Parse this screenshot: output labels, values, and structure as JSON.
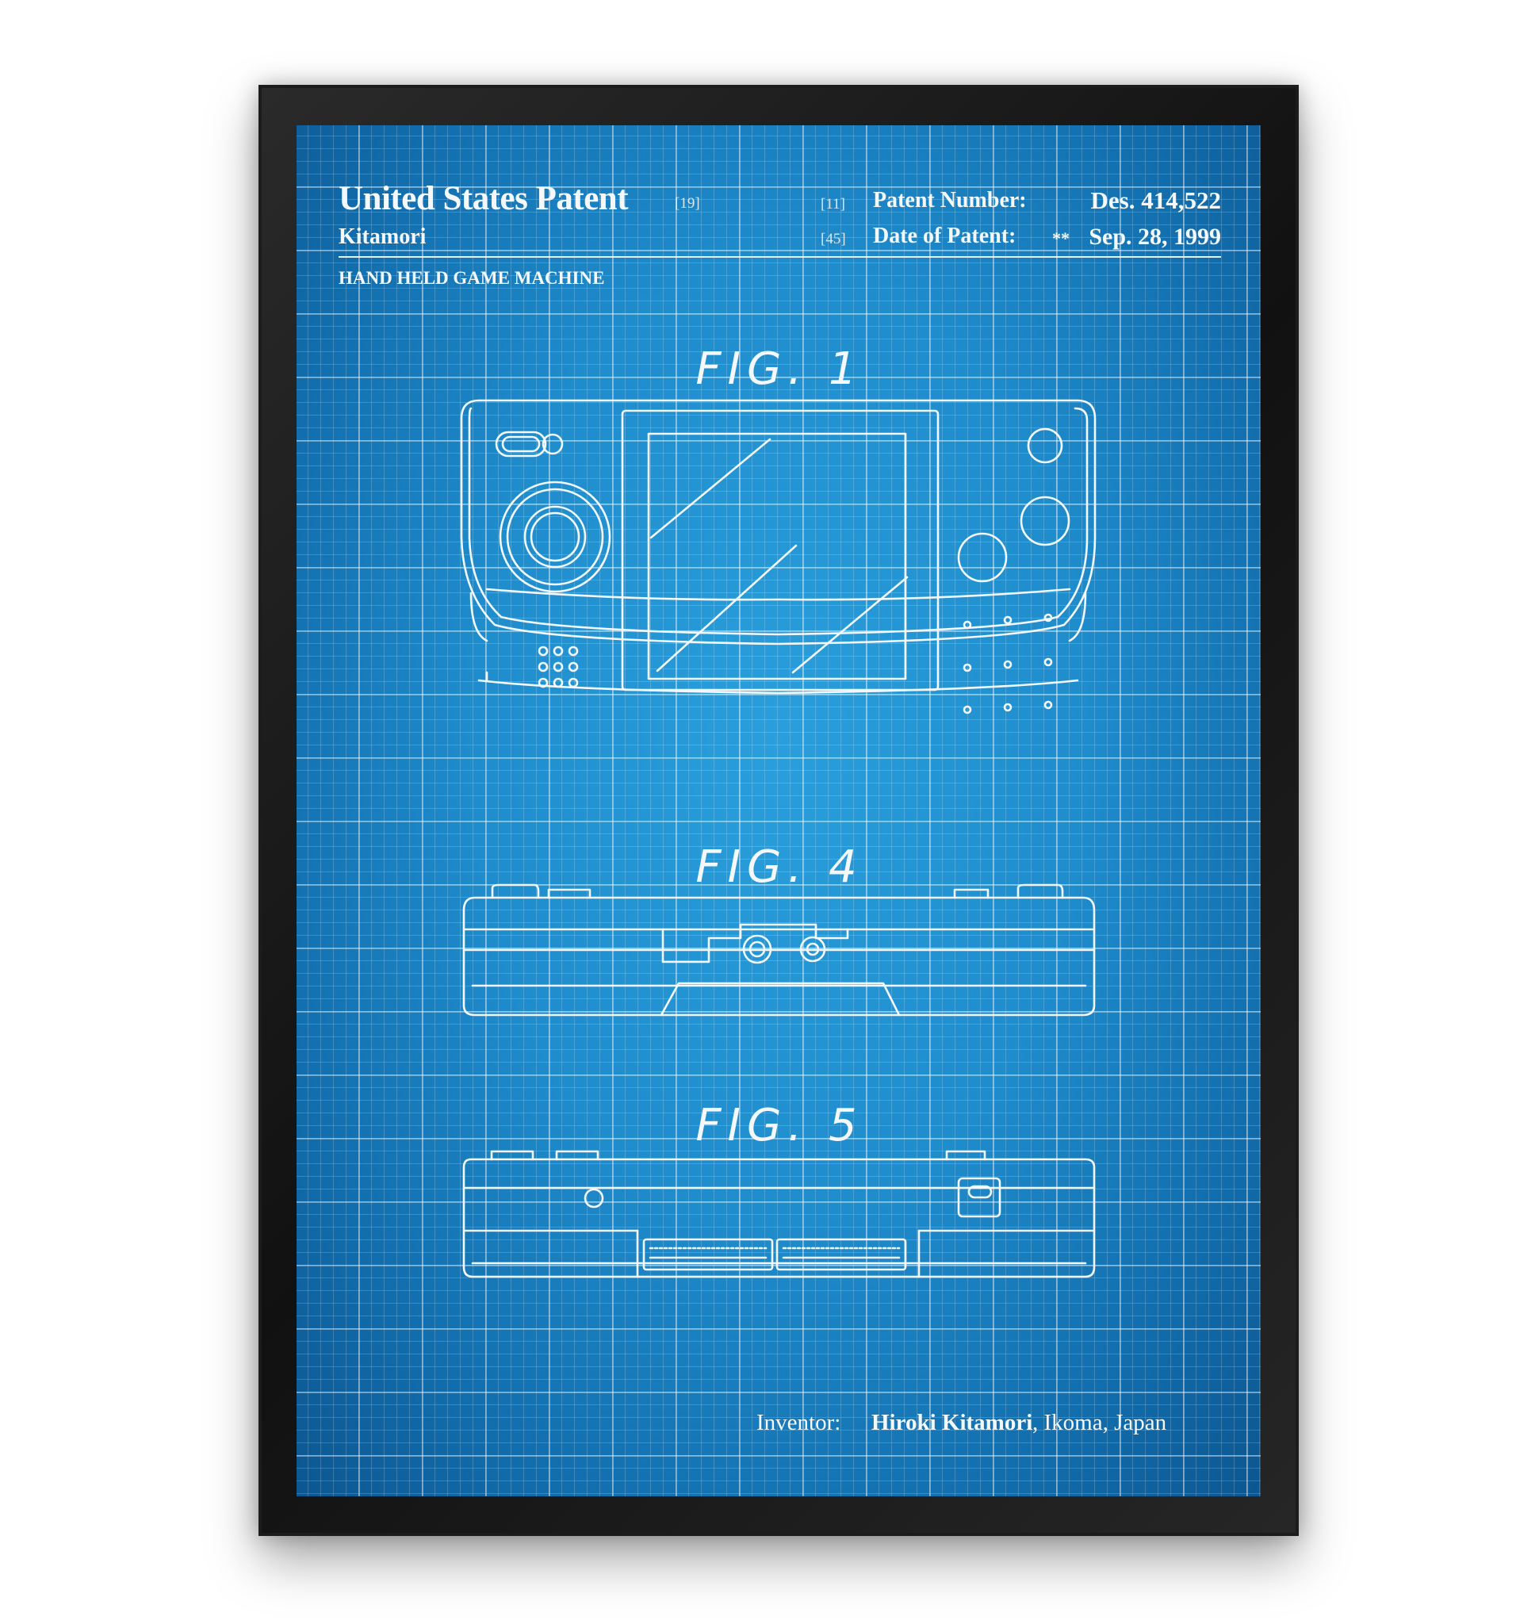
{
  "header": {
    "title": "United States Patent",
    "title_code": "[19]",
    "inventor_short": "Kitamori",
    "patent_number_code": "[11]",
    "patent_number_label": "Patent Number:",
    "patent_number": "Des. 414,522",
    "date_code": "[45]",
    "date_label": "Date of Patent:",
    "date_marker": "**",
    "date": "Sep. 28, 1999",
    "invention_title": "HAND HELD GAME MACHINE"
  },
  "figures": [
    {
      "label": "FIG. 1"
    },
    {
      "label": "FIG. 4"
    },
    {
      "label": "FIG. 5"
    }
  ],
  "footer": {
    "inventor_label": "Inventor:",
    "inventor_name": "Hiroki Kitamori",
    "inventor_location": ", Ikoma, Japan"
  },
  "colors": {
    "blueprint": "#1f8ccc",
    "frame": "#1c1c1c",
    "ink": "#f4f8fb"
  }
}
